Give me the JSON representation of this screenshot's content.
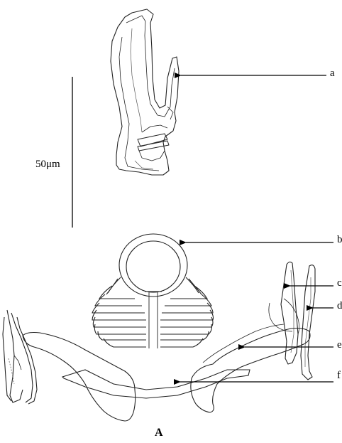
{
  "labels": {
    "a": "a",
    "b": "b",
    "c": "c",
    "d": "d",
    "e": "e",
    "f": "f"
  },
  "scale_bar": {
    "text": "50μm"
  },
  "panel": "A",
  "colors": {
    "ink": "#000000",
    "stroke": "#222222",
    "hatch": "#777777"
  }
}
